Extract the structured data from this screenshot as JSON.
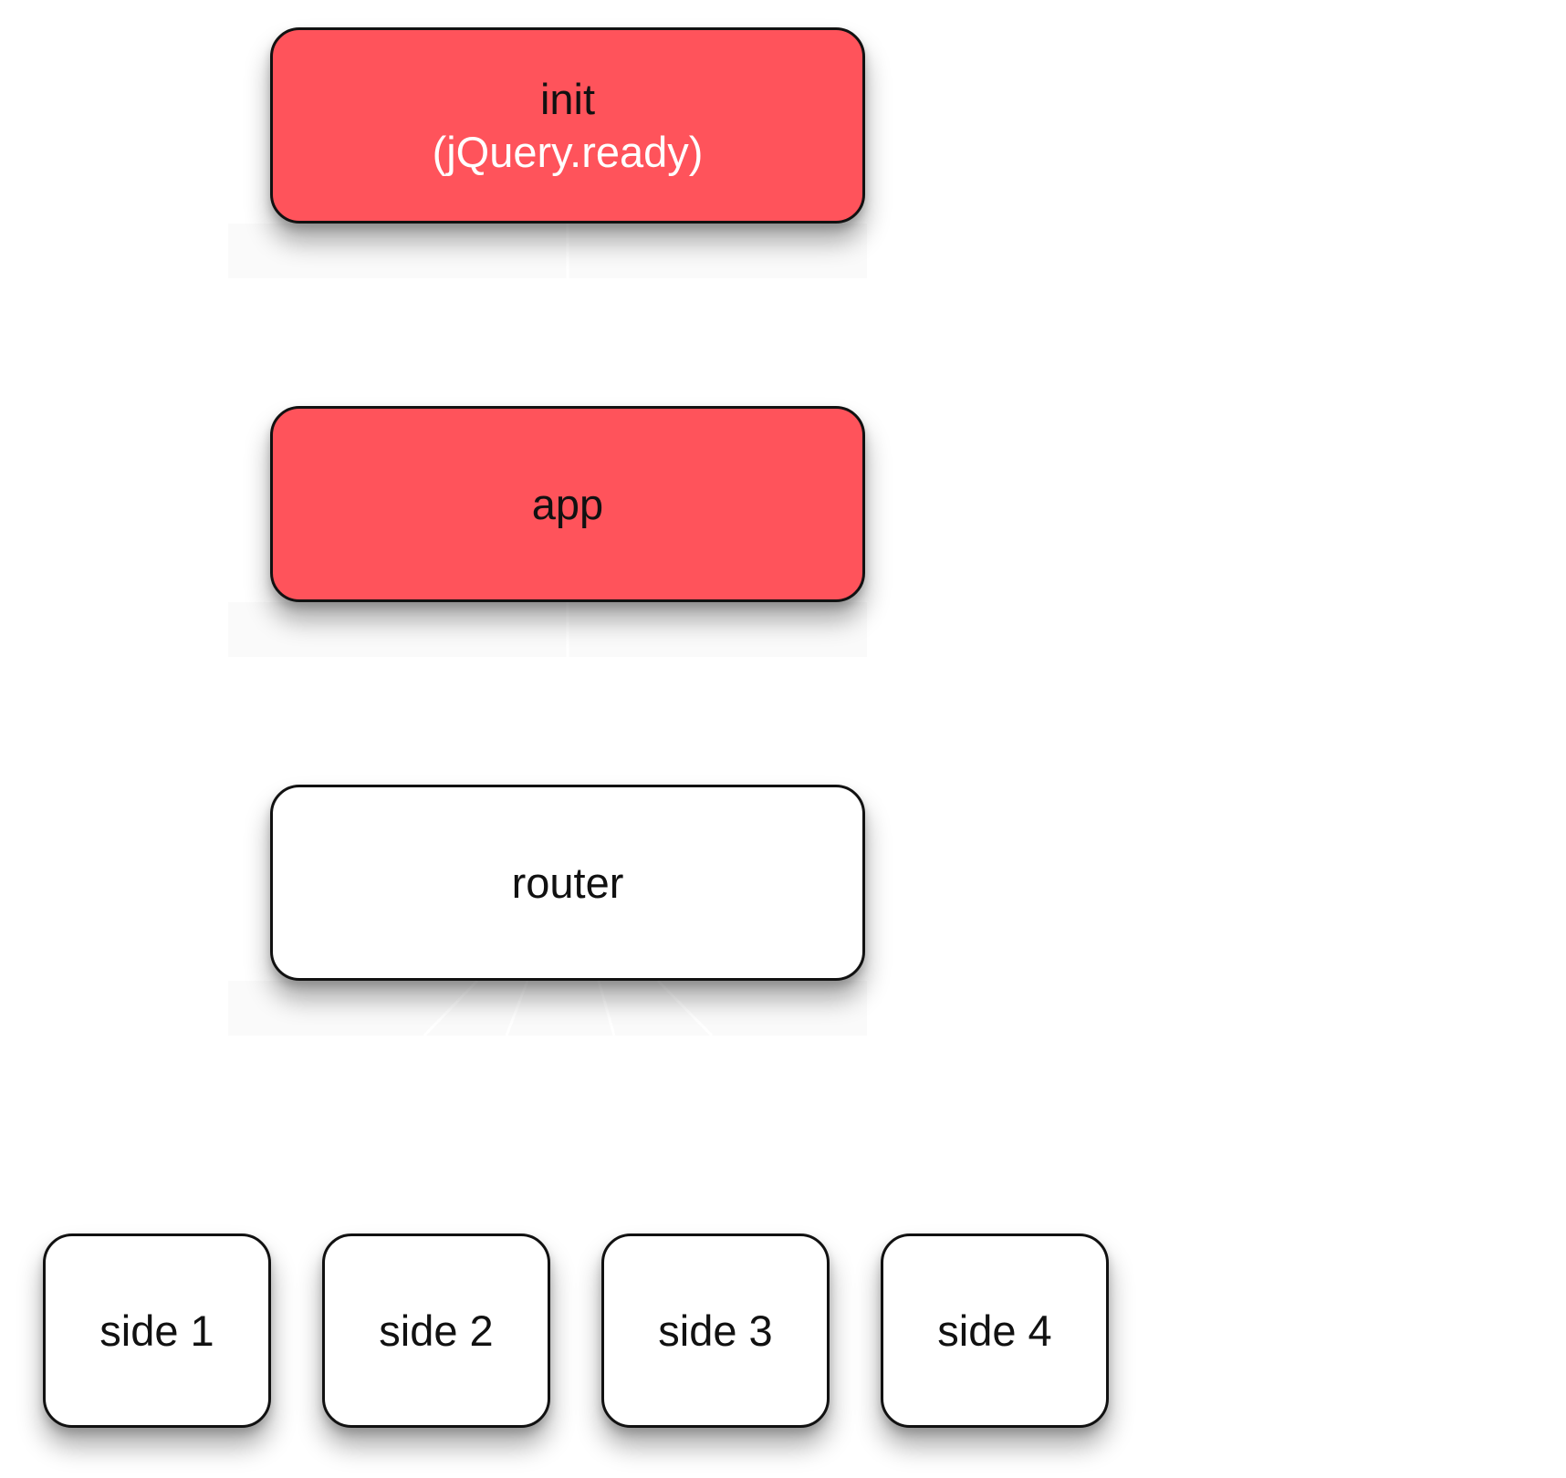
{
  "colors": {
    "primary_fill": "#ff535b",
    "secondary_fill": "#ffffff",
    "border": "#111111",
    "connector": "#ffffff"
  },
  "nodes": {
    "init": {
      "label": "init",
      "sublabel": "(jQuery.ready)",
      "fill": "#ff535b"
    },
    "app": {
      "label": "app",
      "fill": "#ff535b"
    },
    "router": {
      "label": "router",
      "fill": "#ffffff"
    },
    "sides": [
      {
        "label": "side 1",
        "fill": "#ffffff"
      },
      {
        "label": "side 2",
        "fill": "#ffffff"
      },
      {
        "label": "side 3",
        "fill": "#ffffff"
      },
      {
        "label": "side 4",
        "fill": "#ffffff"
      }
    ]
  },
  "edges": [
    {
      "from": "init",
      "to": "app"
    },
    {
      "from": "app",
      "to": "router"
    },
    {
      "from": "router",
      "to": "side 1"
    },
    {
      "from": "router",
      "to": "side 2"
    },
    {
      "from": "router",
      "to": "side 3"
    },
    {
      "from": "router",
      "to": "side 4"
    }
  ]
}
